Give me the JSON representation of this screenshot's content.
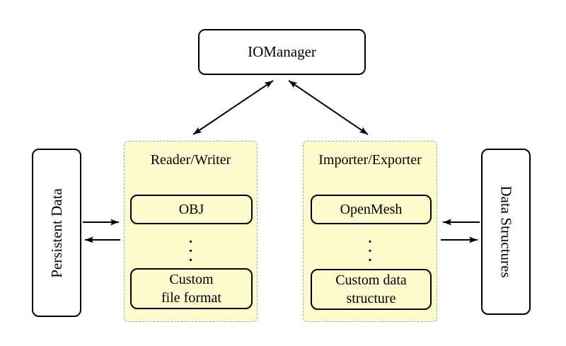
{
  "diagram": {
    "manager": {
      "label": "IOManager"
    },
    "reader_writer": {
      "title": "Reader/Writer",
      "items": [
        {
          "lines": [
            "OBJ"
          ]
        },
        {
          "lines": [
            "Custom",
            "file format"
          ]
        }
      ],
      "ellipsis": ".\n.\n."
    },
    "importer_exporter": {
      "title": "Importer/Exporter",
      "items": [
        {
          "lines": [
            "OpenMesh"
          ]
        },
        {
          "lines": [
            "Custom data",
            "structure"
          ]
        }
      ],
      "ellipsis": ".\n.\n."
    },
    "persistent_data": {
      "label": "Persistent Data"
    },
    "data_structures": {
      "label": "Data Structures"
    },
    "colors": {
      "page_bg": "#ffffff",
      "group_fill": "#fdfacd",
      "group_border": "#a9a9a9",
      "node_fill": "#ffffff",
      "node_border": "#000000",
      "arrow": "#000000",
      "text_color": "#000000"
    }
  }
}
